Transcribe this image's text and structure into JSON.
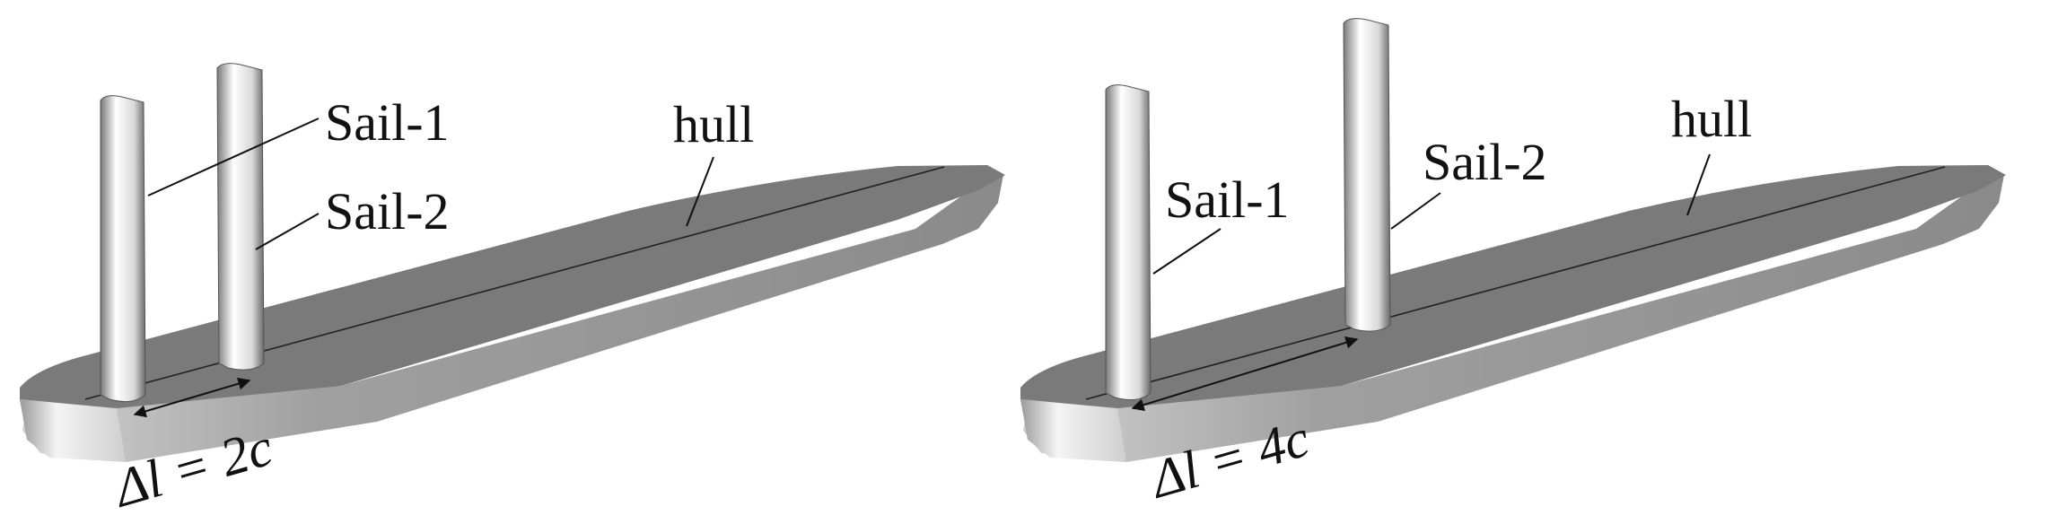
{
  "panels": [
    {
      "sail1_label": "Sail-1",
      "sail2_label": "Sail-2",
      "hull_label": "hull",
      "spacing_label": "Δl = 2c"
    },
    {
      "sail1_label": "Sail-1",
      "sail2_label": "Sail-2",
      "hull_label": "hull",
      "spacing_label": "Δl = 4c"
    }
  ],
  "colors": {
    "hull_deck": "#7a7a7a",
    "hull_side": "#9a9a9a",
    "stern_face": "#f2f2f2",
    "sail_light": "#ffffff",
    "sail_dark": "#6a6a6a",
    "ink": "#111111"
  }
}
